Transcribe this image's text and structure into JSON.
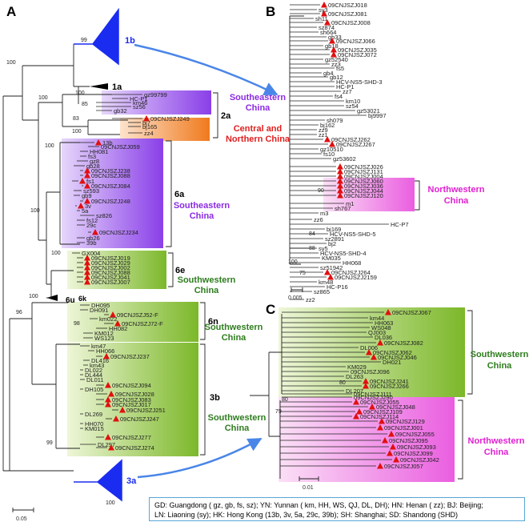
{
  "panels": {
    "a": "A",
    "b": "B",
    "c": "C"
  },
  "clades": {
    "c1b": "1b",
    "c1a": "1a",
    "c2a": "2a",
    "c6a": "6a",
    "c6e": "6e",
    "c6u": "6u",
    "c6k": "6k",
    "c6n": "6n",
    "c3b": "3b",
    "c3a": "3a"
  },
  "regions": {
    "se1_l1": "Southeastern",
    "se1_l2": "China",
    "cn_l1": "Central and",
    "cn_l2": "Northern China",
    "se2_l1": "Southeastern",
    "se2_l2": "China",
    "sw1_l1": "Southwestern",
    "sw1_l2": "China",
    "sw2_l1": "Southwestern",
    "sw2_l2": "China",
    "sw3_l1": "Southwestern",
    "sw3_l2": "China",
    "nw1_l1": "Northwestern",
    "nw1_l2": "China",
    "swc_l1": "Southwestern",
    "swc_l2": "China",
    "nwc_l1": "Northwestern",
    "nwc_l2": "China"
  },
  "bootstrap": {
    "a1": "99",
    "a2": "100",
    "a3": "100",
    "a4": "100",
    "a5": "85",
    "a6": "83",
    "a7": "100",
    "a8": "100",
    "a9": "100",
    "a10": "100",
    "a11": "100",
    "a12": "96",
    "a13": "98",
    "a14": "99",
    "a15": "100",
    "b1": "90",
    "b2": "84",
    "b3": "88",
    "b4": "75",
    "b5": "100",
    "c1": "80",
    "c2": "79",
    "c3": "80"
  },
  "scales": {
    "a": "0.05",
    "b": "0.005",
    "c": "0.01"
  },
  "tips_a": {
    "g1": "gz99799",
    "g2": "HC-P1",
    "g3": "km46",
    "g4": "sz56",
    "g5": "gb32",
    "g6": "09CNJSZJ249",
    "g7": "bj7",
    "g8": "bj165",
    "g9": "zz4",
    "s1": "13b",
    "s2": "09CNJSZJ059",
    "s3": "HH081",
    "s4": "fs3",
    "s5": "gz8",
    "s6": "gb28",
    "s7": "09CNJSZJ238",
    "s8": "09CNJSZJ088",
    "s9": "fs1",
    "s10": "09CNJSZJ084",
    "s11": "sz593",
    "s12": "gb9",
    "s13": "09CNJSZJ248",
    "s14": "3v",
    "s15": "5a",
    "s16": "sz826",
    "s17": "fs12",
    "s18": "29c",
    "s19": "09CNJSZJ234",
    "s20": "gb26",
    "s21": "39b",
    "e1": "GX004",
    "e2": "09CNJSZJ019",
    "e3": "09CNJSZJ029",
    "e4": "09CNJSZJ002",
    "e5": "09CNJSZJ088",
    "e6": "09CNJSZJ041",
    "e7": "09CNJSZJ007",
    "n1": "DH095",
    "n2": "DH091",
    "n3": "09CNJSZJ52-F",
    "n4": "km022",
    "n5": "09CNJSZJ72-F",
    "n6": "HH082",
    "n7": "KM012",
    "n8": "WS123",
    "b1": "km47",
    "b2": "HH066",
    "b3": "09CNJSZJ237",
    "b4": "DL416",
    "b5": "km43",
    "b6": "DL022",
    "b7": "DL444",
    "b8": "DL011",
    "b9": "09CNJSZJ094",
    "b10": "DH105",
    "b11": "09CNJSZJ028",
    "b12": "09CNJSZJ083",
    "b13": "09CNJSZJ017",
    "b14": "09CNJSZJ251",
    "b15": "DL269",
    "b16": "09CNJSZJ247",
    "b17": "HH070",
    "b18": "KM015",
    "b19": "09CNJSZJ277",
    "b20": "DL297",
    "b21": "09CNJSZJ274"
  },
  "tips_b": {
    "t1": "09CNJSZJ018",
    "t2": "sy3",
    "t3": "09CNJSZJ081",
    "t4": "sh11",
    "t5": "09CNJSZJ008",
    "t6": "sz874",
    "t7": "sh664",
    "t8": "gb33",
    "t9": "09CNJSZJ066",
    "t10": "gb18",
    "t11": "09CNJSZJ035",
    "t12": "09CNJSZJ072",
    "t13": "gz52540",
    "t14": "zz3",
    "t15": "fs5",
    "t16": "gb4",
    "t17": "gb12",
    "t18": "HCV-NS5-SHD-3",
    "t19": "HC-P1",
    "t20": "zz7",
    "t21": "fs4",
    "t22": "km10",
    "t23": "sz54",
    "t24": "gz53021",
    "t25": "bj9997",
    "t26": "sh079",
    "t27": "bj162",
    "t28": "zz9",
    "t29": "zz1",
    "t30": "09CNJSZJ262",
    "t31": "09CNJSZJ267",
    "t32": "gz10510",
    "t33": "fs10",
    "t34": "gz53602",
    "t35": "09CNJSZJ026",
    "t36": "09CNJSZJ131",
    "t37": "09CNJSZJ004",
    "t38": "09CNJSZJ060",
    "t39": "09CNJSZJ036",
    "t40": "09CNJSZJ044",
    "t41": "09CNJSZJ120",
    "t42": "m1",
    "t43": "sh767",
    "t44": "m3",
    "t45": "zz6",
    "t46": "HC-P7",
    "t47": "bj169",
    "t48": "HCV-NS5-SHD-5",
    "t49": "sz2891",
    "t50": "bj2",
    "t51": "sy5",
    "t52": "HCV-NS5-SHD-4",
    "t53": "KM035",
    "t54": "HH068",
    "t55": "sz51942",
    "t56": "09CNJSZJ264",
    "t57": "09CNJSZJ2159",
    "t58": "km48",
    "t59": "HC-P16",
    "t60": "sz865",
    "t61": "zz2"
  },
  "tips_c": {
    "c1": "09CNJSZJ067",
    "c2": "km44",
    "c3": "HH063",
    "c4": "WS048",
    "c5": "QJ003",
    "c6": "DL036",
    "c7": "09CNJSZJ082",
    "c8": "DL006",
    "c9": "09CNJSZJ062",
    "c10": "09CNJSZJ046",
    "c11": "DH021",
    "c12": "KM029",
    "c13": "09CNJSZJ096",
    "c14": "DL263",
    "c15": "09CNJSZJ241",
    "c16": "09CNJSZJ266",
    "c17": "DL207",
    "c18": "09CNJSZJ111",
    "c19": "09CNJSZJ290",
    "c20": "09CNJSZJ055",
    "c21": "09CNJSZJ048",
    "c22": "09CNJSZJ109",
    "c23": "09CNJSZJ114",
    "c24": "09CNJSZJ129",
    "c25": "09CNJSZJ001",
    "c26": "09CNJSZJ055",
    "c27": "09CNJSZJ095",
    "c28": "09CNJSZJ093",
    "c29": "09CNJSZJ099",
    "c30": "09CNJSZJ042",
    "c31": "09CNJSZJ057"
  },
  "legend": {
    "line1": "GD: Guangdong ( gz, gb, fs, sz); YN: Yunnan ( km, HH, WS, QJ, DL, DH); HN: Henan ( zz); BJ: Beijing;",
    "line2": "LN: Liaoning (sy); HK: Hong Kong (13b, 3v, 5a, 29c, 39b); SH: Shanghai; SD: Shandong (SHD)"
  },
  "colors": {
    "blue": "#1a2cf0",
    "purple": "#8e44e6",
    "orange": "#f07a1e",
    "green": "#7cb82a",
    "pink": "#ea5ee0",
    "red": "#e01010",
    "region_purple": "#8a2be2",
    "region_red": "#e02020",
    "region_green": "#2e7d1e",
    "region_pink": "#e020d0"
  }
}
